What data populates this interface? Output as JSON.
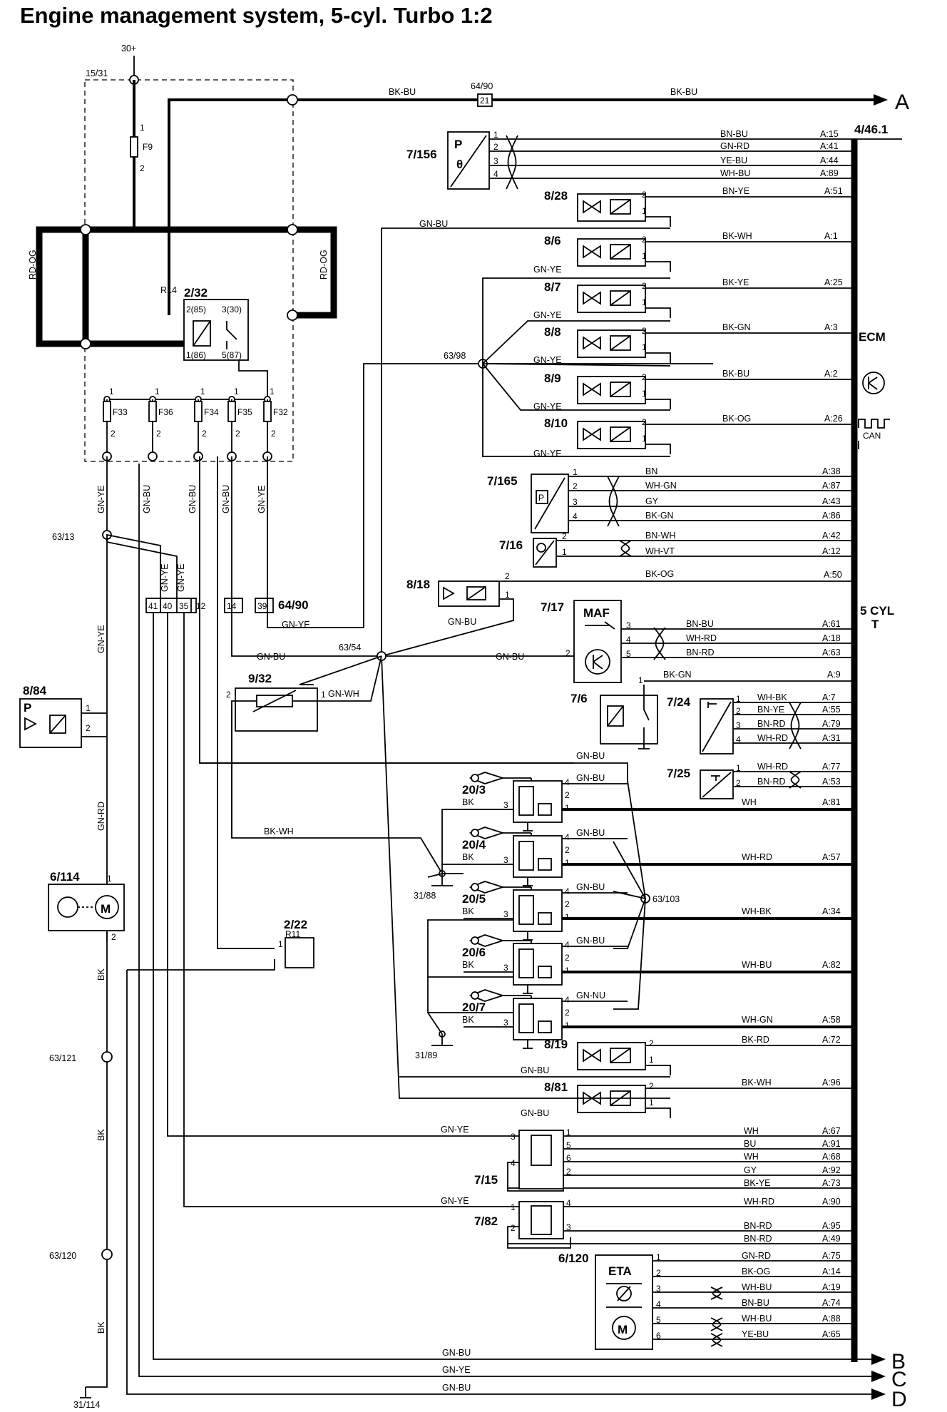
{
  "title": "Engine management system, 5-cyl. Turbo 1:2",
  "supply": {
    "terminal": "30+",
    "fusebox": "15/31",
    "fuse": "F9",
    "pin1": "1",
    "pin2": "2"
  },
  "main_line": {
    "connector": "64/90",
    "pin": "21",
    "color_left": "BK-BU",
    "color_right": "BK-BU",
    "arrow": "A"
  },
  "ecm": {
    "id": "4/46.1",
    "label": "ECM",
    "cyl": "5 CYL",
    "turbo": "T",
    "can": "CAN"
  },
  "relay": {
    "id": "2/32",
    "name": "R14",
    "p2": "2(85)",
    "p3": "3(30)",
    "p1": "1(86)",
    "p5": "5(87)",
    "left_wire": "RD-OG",
    "right_wire": "RD-OG"
  },
  "fuses": [
    {
      "name": "F33",
      "p1": "1",
      "p2": "2",
      "wire": "GN-YE"
    },
    {
      "name": "F36",
      "p1": "1",
      "p2": "2",
      "wire": "GN-BU"
    },
    {
      "name": "F34",
      "p1": "1",
      "p2": "2",
      "wire": "GN-BU"
    },
    {
      "name": "F35",
      "p1": "1",
      "p2": "2",
      "wire": "GN-BU"
    },
    {
      "name": "F32",
      "p1": "1",
      "p2": "2",
      "wire": "GN-YE"
    }
  ],
  "splices": {
    "s63_13": "63/13",
    "s63_98": "63/98",
    "s63_54": "63/54",
    "s63_103": "63/103",
    "s63_121": "63/121",
    "s63_120": "63/120"
  },
  "grounds": {
    "g31_88": "31/88",
    "g31_89": "31/89",
    "g31_114": "31/114"
  },
  "connector_64_90": {
    "label": "64/90",
    "pins": [
      "41",
      "40",
      "35",
      "12",
      "14",
      "39"
    ],
    "w41": "GN-YE",
    "w35": "GN-YE",
    "w39": "GN-YE"
  },
  "sensor_7_156": {
    "id": "7/156",
    "p": "P",
    "theta": "θ",
    "pins": [
      "1",
      "2",
      "3",
      "4"
    ],
    "wires": [
      "BN-BU",
      "GN-RD",
      "YE-BU",
      "WH-BU"
    ],
    "ecm": [
      "A:15",
      "A:41",
      "A:44",
      "A:89"
    ]
  },
  "valves": [
    {
      "id": "8/28",
      "wire": "BN-YE",
      "ecm": "A:51",
      "p2": "2",
      "p1": "1"
    },
    {
      "id": "8/6",
      "wire": "BK-WH",
      "ecm": "A:1",
      "p2": "2",
      "p1": "1"
    },
    {
      "id": "8/7",
      "wire": "BK-YE",
      "ecm": "A:25",
      "p2": "2",
      "p1": "1"
    },
    {
      "id": "8/8",
      "wire": "BK-GN",
      "ecm": "A:3",
      "p2": "2",
      "p1": "1"
    },
    {
      "id": "8/9",
      "wire": "BK-BU",
      "ecm": "A:2",
      "p2": "2",
      "p1": "1"
    },
    {
      "id": "8/10",
      "wire": "BK-OG",
      "ecm": "A:26",
      "p2": "2",
      "p1": "1"
    }
  ],
  "inj_supply": {
    "w_8_28": "GN-BU",
    "w_8_6": "GN-YE",
    "w_8_7": "GN-YE",
    "w_8_8": "GN-YE",
    "w_8_9": "GN-YE",
    "w_8_10": "GN-YE"
  },
  "sensor_7_165": {
    "id": "7/165",
    "pins": [
      "1",
      "2",
      "3",
      "4"
    ],
    "wires": [
      "BN",
      "WH-GN",
      "GY",
      "BK-GN"
    ],
    "ecm": [
      "A:38",
      "A:87",
      "A:43",
      "A:86"
    ],
    "p": "P"
  },
  "sensor_7_16": {
    "id": "7/16",
    "pins": [
      "2",
      "1"
    ],
    "wires": [
      "BN-WH",
      "WH-VT"
    ],
    "ecm": [
      "A:42",
      "A:12"
    ]
  },
  "valve_8_18": {
    "id": "8/18",
    "p2": "2",
    "p1": "1",
    "wire": "BK-OG",
    "ecm": "A:50",
    "supply": "GN-BU"
  },
  "maf_7_17": {
    "id": "7/17",
    "name": "MAF",
    "pins": [
      "3",
      "4",
      "5"
    ],
    "wires": [
      "BN-BU",
      "WH-RD",
      "BN-RD"
    ],
    "ecm": [
      "A:61",
      "A:18",
      "A:63"
    ],
    "p2": "2",
    "supply": "GN-BU",
    "wire_1": "BK-GN",
    "ecm_1": "A:9",
    "pin_1": "1"
  },
  "sensor_7_6": {
    "id": "7/6"
  },
  "sensor_7_24": {
    "id": "7/24",
    "pins": [
      "1",
      "2",
      "3",
      "4"
    ],
    "wires": [
      "WH-BK",
      "BN-YE",
      "BN-RD",
      "WH-RD"
    ],
    "ecm": [
      "A:7",
      "A:55",
      "A:79",
      "A:31"
    ]
  },
  "sensor_7_25": {
    "id": "7/25",
    "pins": [
      "1",
      "2"
    ],
    "wires": [
      "WH-RD",
      "BN-RD"
    ],
    "ecm": [
      "A:77",
      "A:53"
    ]
  },
  "temp_9_32": {
    "id": "9/32",
    "p2": "2",
    "p1": "1",
    "wire": "GN-WH"
  },
  "pump_8_84": {
    "id": "8/84",
    "p": "P",
    "p1": "1",
    "p2": "2"
  },
  "motor_6_114": {
    "id": "6/114",
    "p1": "1",
    "p2": "2"
  },
  "relay_2_22": {
    "id": "2/22",
    "name": "R11",
    "p1": "1"
  },
  "left_wires": {
    "gn_rd": "GN-RD",
    "gn_ye": "GN-YE",
    "bk1": "BK",
    "bk2": "BK",
    "bk3": "BK",
    "gn_bu_1": "GN-BU",
    "gn_bu_2": "GN-BU",
    "bk_wh": "BK-WH",
    "gn_bu_mid": "GN-BU",
    "gn_bu_8_19": "GN-BU",
    "gn_bu_8_81": "GN-BU"
  },
  "coils": [
    {
      "id": "20/3",
      "bk": "BK",
      "p3": "3",
      "p4": "4",
      "p2": "2",
      "p1": "1",
      "supply": "GN-BU",
      "wire": "WH",
      "ecm": "A:81"
    },
    {
      "id": "20/4",
      "bk": "BK",
      "p3": "3",
      "p4": "4",
      "p2": "2",
      "p1": "1",
      "supply": "GN-BU",
      "wire": "WH-RD",
      "ecm": "A:57"
    },
    {
      "id": "20/5",
      "bk": "BK",
      "p3": "3",
      "p4": "4",
      "p2": "2",
      "p1": "1",
      "supply": "GN-BU",
      "wire": "WH-BK",
      "ecm": "A:34"
    },
    {
      "id": "20/6",
      "bk": "BK",
      "p3": "3",
      "p4": "4",
      "p2": "2",
      "p1": "1",
      "supply": "GN-BU",
      "wire": "WH-BU",
      "ecm": "A:82"
    },
    {
      "id": "20/7",
      "bk": "BK",
      "p3": "3",
      "p4": "4",
      "p2": "2",
      "p1": "1",
      "supply": "GN-NU",
      "wire": "WH-GN",
      "ecm": "A:58"
    }
  ],
  "valve_8_19": {
    "id": "8/19",
    "p2": "2",
    "p1": "1",
    "wire": "BK-RD",
    "ecm": "A:72"
  },
  "valve_8_81": {
    "id": "8/81",
    "p2": "2",
    "p1": "1",
    "wire": "BK-WH",
    "ecm": "A:96"
  },
  "pedal_7_15": {
    "id": "7/15",
    "in_wire": "GN-YE",
    "in_pins": [
      "3",
      "4"
    ],
    "pins": [
      "1",
      "5",
      "6",
      "2"
    ],
    "wires": [
      "WH",
      "BU",
      "WH",
      "GY",
      "BK-YE"
    ],
    "ecm": [
      "A:67",
      "A:91",
      "A:68",
      "A:92",
      "A:73"
    ]
  },
  "pedal_7_82": {
    "id": "7/82",
    "in_wire": "GN-YE",
    "in_pins": [
      "1",
      "2"
    ],
    "pins": [
      "4",
      "3"
    ],
    "wires": [
      "WH-RD",
      "BN-RD",
      "BN-RD"
    ],
    "ecm": [
      "A:90",
      "A:95",
      "A:49"
    ]
  },
  "eta_6_120": {
    "id": "6/120",
    "name": "ETA",
    "m": "M",
    "pins": [
      "1",
      "2",
      "3",
      "4",
      "5",
      "6"
    ],
    "wires": [
      "GN-RD",
      "BK-OG",
      "WH-BU",
      "BN-BU",
      "WH-BU",
      "YE-BU"
    ],
    "ecm": [
      "A:75",
      "A:14",
      "A:19",
      "A:74",
      "A:88",
      "A:65"
    ]
  },
  "outputs": [
    {
      "wire": "GN-BU",
      "arrow": "B"
    },
    {
      "wire": "GN-YE",
      "arrow": "C"
    },
    {
      "wire": "GN-BU",
      "arrow": "D"
    }
  ]
}
